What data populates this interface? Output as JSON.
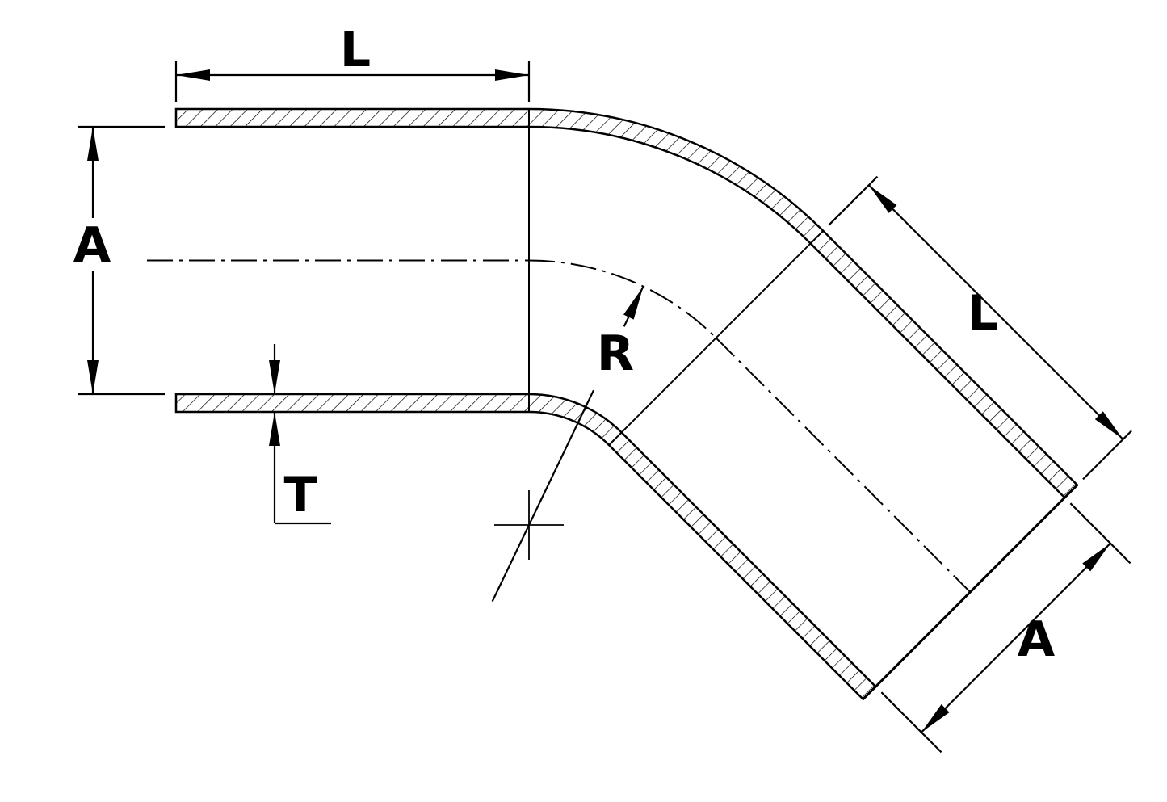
{
  "figure": {
    "type": "technical-drawing",
    "description": "45-degree elbow hose coupler dimension diagram",
    "background_color": "#ffffff",
    "line_color": "#000000"
  },
  "labels": {
    "horizontal_length": "L",
    "inner_diameter": "A",
    "wall_thickness": "T",
    "bend_radius": "R",
    "angled_length": "L",
    "angled_inner_diameter": "A"
  }
}
